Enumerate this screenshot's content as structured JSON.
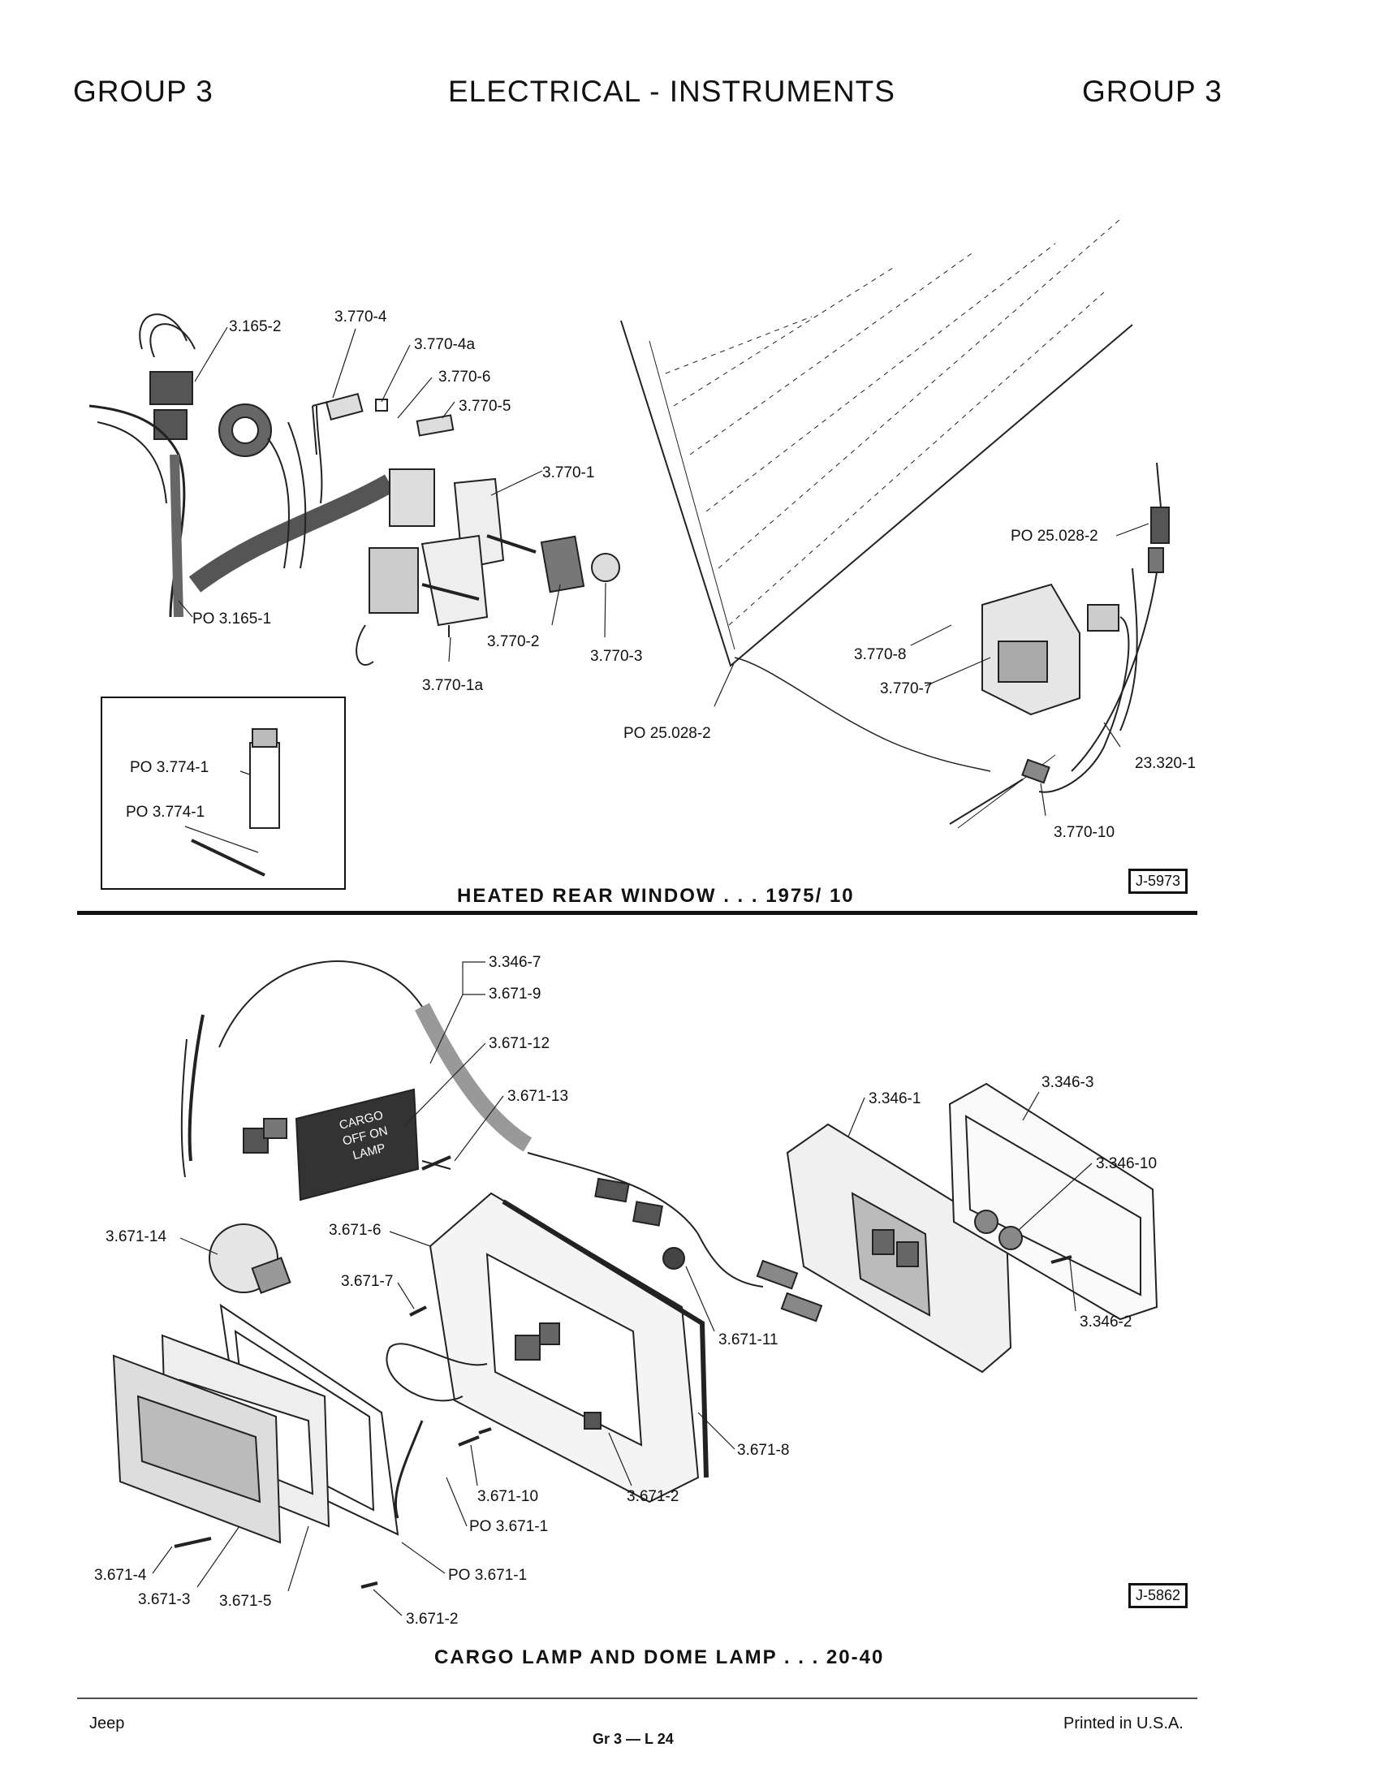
{
  "header": {
    "left": "GROUP 3",
    "center": "ELECTRICAL - INSTRUMENTS",
    "right": "GROUP 3"
  },
  "top_diagram": {
    "caption": "HEATED REAR WINDOW . . . 1975/ 10",
    "figure_id": "J-5973",
    "labels": {
      "l3165_2": "3.165-2",
      "l3770_4": "3.770-4",
      "l3770_4a": "3.770-4a",
      "l3770_6": "3.770-6",
      "l3770_5": "3.770-5",
      "l3770_1": "3.770-1",
      "po3165_1": "PO 3.165-1",
      "l3770_2": "3.770-2",
      "l3770_3": "3.770-3",
      "l3770_1a": "3.770-1a",
      "po25028_2a": "PO 25.028-2",
      "po25028_2b": "PO 25.028-2",
      "l3770_8": "3.770-8",
      "l3770_7": "3.770-7",
      "l23320_1": "23.320-1",
      "l3770_10": "3.770-10",
      "po3774_1a": "PO 3.774-1",
      "po3774_1b": "PO 3.774-1"
    }
  },
  "bottom_diagram": {
    "caption": "CARGO LAMP AND DOME LAMP . . . 20-40",
    "figure_id": "J-5862",
    "switch_text": {
      "line1": "CARGO",
      "line2": "OFF ON",
      "line3": "LAMP"
    },
    "labels": {
      "l3346_7": "3.346-7",
      "l3671_9": "3.671-9",
      "l3671_12": "3.671-12",
      "l3671_13": "3.671-13",
      "l3346_1": "3.346-1",
      "l3346_3": "3.346-3",
      "l3346_10": "3.346-10",
      "l3671_14": "3.671-14",
      "l3671_6": "3.671-6",
      "l3671_7": "3.671-7",
      "l3346_2": "3.346-2",
      "l3671_11": "3.671-11",
      "l3671_8": "3.671-8",
      "l3671_10": "3.671-10",
      "l3671_2a": "3.671-2",
      "po3671_1a": "PO 3.671-1",
      "po3671_1b": "PO 3.671-1",
      "l3671_4": "3.671-4",
      "l3671_3": "3.671-3",
      "l3671_5": "3.671-5",
      "l3671_2b": "3.671-2"
    }
  },
  "footer": {
    "left": "Jeep",
    "center": "Gr 3 — L 24",
    "right": "Printed in U.S.A."
  }
}
